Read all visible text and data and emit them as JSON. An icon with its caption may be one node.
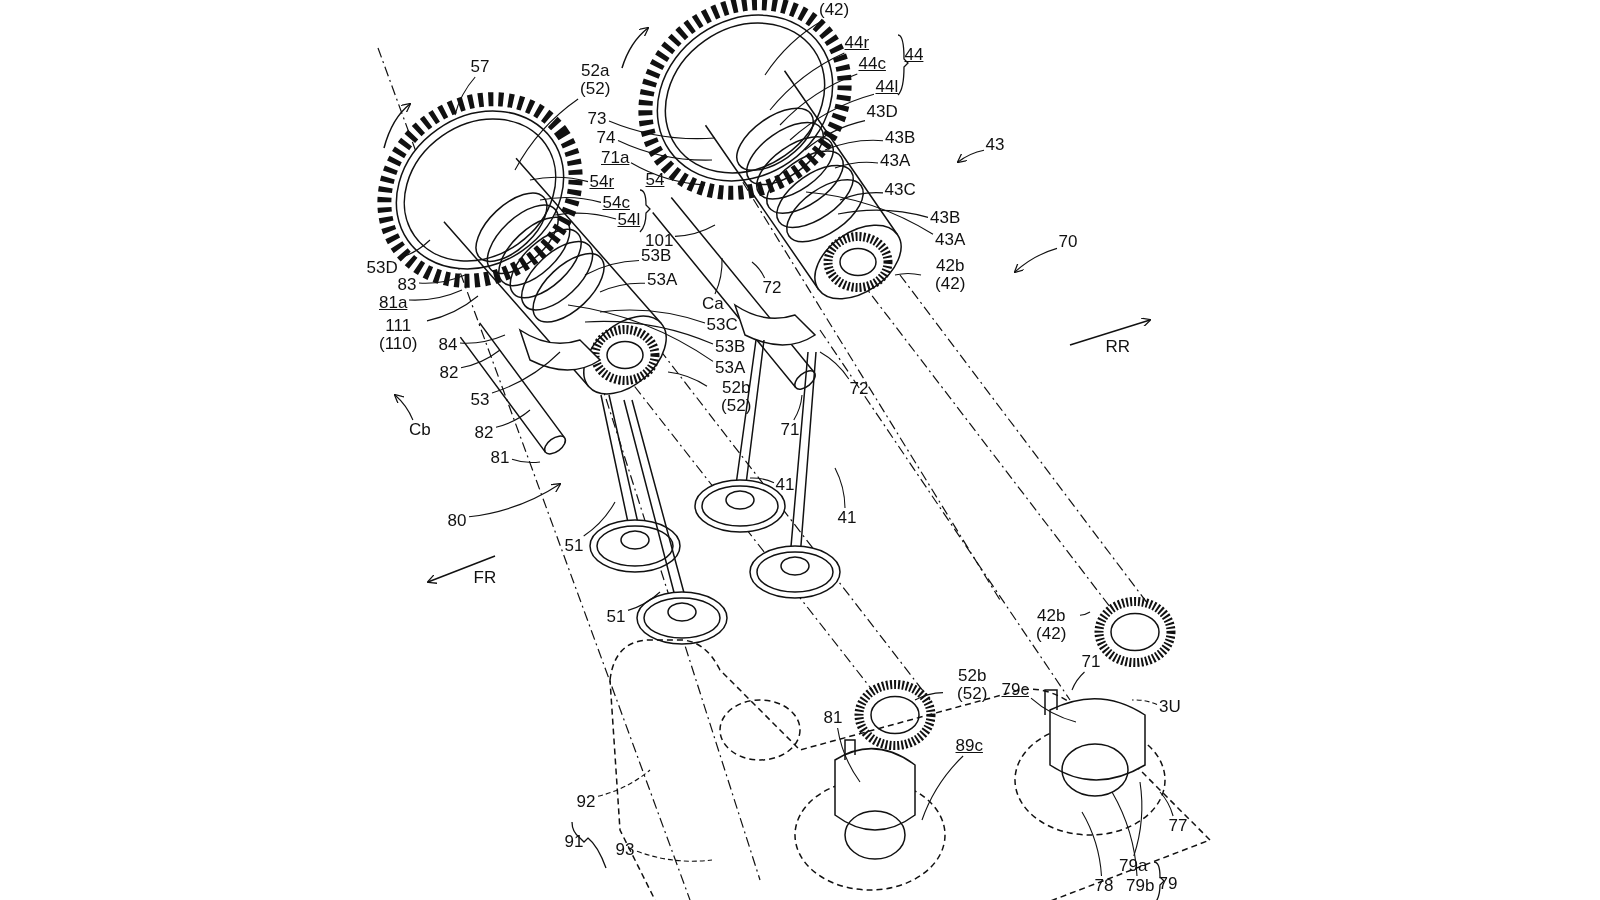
{
  "diagram": {
    "nodes": [
      {
        "text": [
          "57"
        ]
      },
      {
        "text": [
          "52a (52)"
        ]
      },
      {
        "text": [
          "(42)"
        ]
      },
      {
        "text": [
          "44r"
        ]
      },
      {
        "text": [
          "44c"
        ]
      },
      {
        "text": [
          "44l"
        ]
      },
      {
        "text": [
          "43D"
        ]
      },
      {
        "text": [
          "73"
        ]
      },
      {
        "text": [
          "74"
        ]
      },
      {
        "text": [
          "71a"
        ]
      },
      {
        "text": [
          "43B"
        ]
      },
      {
        "text": [
          "43"
        ]
      },
      {
        "text": [
          "43A"
        ]
      },
      {
        "text": [
          "54r"
        ]
      },
      {
        "text": [
          "54c"
        ]
      },
      {
        "text": [
          "54l"
        ]
      },
      {
        "text": [
          "43C"
        ]
      },
      {
        "text": [
          "101"
        ]
      },
      {
        "text": [
          "43B"
        ]
      },
      {
        "text": [
          "53B"
        ]
      },
      {
        "text": [
          "43A"
        ]
      },
      {
        "text": [
          "53D"
        ]
      },
      {
        "text": [
          "53A"
        ]
      },
      {
        "text": [
          "42b (42)"
        ]
      },
      {
        "text": [
          "70"
        ]
      },
      {
        "text": [
          "83"
        ]
      },
      {
        "text": [
          "Ca"
        ]
      },
      {
        "text": [
          "72"
        ]
      },
      {
        "text": [
          "81a"
        ]
      },
      {
        "text": [
          "111 (110)"
        ]
      },
      {
        "text": [
          "53C"
        ]
      },
      {
        "text": [
          "84"
        ]
      },
      {
        "text": [
          "53B"
        ]
      },
      {
        "text": [
          "53A"
        ]
      },
      {
        "text": [
          "82"
        ]
      },
      {
        "text": [
          "53"
        ]
      },
      {
        "text": [
          "52b (52)"
        ]
      },
      {
        "text": [
          "72"
        ]
      },
      {
        "text": [
          "Cb"
        ]
      },
      {
        "text": [
          "82"
        ]
      },
      {
        "text": [
          "71"
        ]
      },
      {
        "text": [
          "41"
        ]
      },
      {
        "text": [
          "81"
        ]
      },
      {
        "text": [
          "80"
        ]
      },
      {
        "text": [
          "51"
        ]
      },
      {
        "text": [
          "41"
        ]
      },
      {
        "text": [
          "51"
        ]
      },
      {
        "text": [
          "42b (42)"
        ]
      },
      {
        "text": [
          "71"
        ]
      },
      {
        "text": [
          "52b (52)"
        ]
      },
      {
        "text": [
          "79c"
        ]
      },
      {
        "text": [
          "3U"
        ]
      },
      {
        "text": [
          "81"
        ]
      },
      {
        "text": [
          "89c"
        ]
      },
      {
        "text": [
          "92"
        ]
      },
      {
        "text": [
          "77"
        ]
      },
      {
        "text": [
          "93"
        ]
      },
      {
        "text": [
          "79a"
        ]
      },
      {
        "text": [
          "78"
        ]
      },
      {
        "text": [
          "79b"
        ]
      }
    ],
    "edges": [
      {
        "from": 0,
        "to": null,
        "arrow": "none"
      },
      {
        "from": 1,
        "to": null,
        "arrow": "none"
      },
      {
        "from": 2,
        "to": null,
        "arrow": "none"
      },
      {
        "from": 3,
        "to": null,
        "arrow": "none"
      },
      {
        "from": 4,
        "to": null,
        "arrow": "none"
      },
      {
        "from": 5,
        "to": null,
        "arrow": "none"
      },
      {
        "from": 6,
        "to": null,
        "arrow": "none"
      },
      {
        "from": 7,
        "to": null,
        "arrow": "none"
      },
      {
        "from": 8,
        "to": null,
        "arrow": "none"
      },
      {
        "from": 9,
        "to": null,
        "arrow": "none"
      },
      {
        "from": 10,
        "to": null,
        "arrow": "none"
      },
      {
        "from": 11,
        "to": null,
        "arrow": "to"
      },
      {
        "from": 12,
        "to": null,
        "arrow": "none"
      },
      {
        "from": 13,
        "to": null,
        "arrow": "none"
      },
      {
        "from": 14,
        "to": null,
        "arrow": "none"
      },
      {
        "from": 15,
        "to": null,
        "arrow": "none"
      },
      {
        "from": 16,
        "to": null,
        "arrow": "none"
      },
      {
        "from": 17,
        "to": null,
        "arrow": "none"
      },
      {
        "from": 18,
        "to": null,
        "arrow": "none"
      },
      {
        "from": 19,
        "to": null,
        "arrow": "none"
      },
      {
        "from": 20,
        "to": null,
        "arrow": "none"
      },
      {
        "from": 21,
        "to": null,
        "arrow": "none"
      },
      {
        "from": 22,
        "to": null,
        "arrow": "none"
      },
      {
        "from": 23,
        "to": null,
        "arrow": "none"
      },
      {
        "from": 24,
        "to": null,
        "arrow": "to"
      },
      {
        "from": 25,
        "to": null,
        "arrow": "none"
      },
      {
        "from": 26,
        "to": null,
        "arrow": "none"
      },
      {
        "from": 27,
        "to": null,
        "arrow": "none"
      },
      {
        "from": 28,
        "to": null,
        "arrow": "none"
      },
      {
        "from": 29,
        "to": null,
        "arrow": "none"
      },
      {
        "from": 30,
        "to": null,
        "arrow": "none"
      },
      {
        "from": 31,
        "to": null,
        "arrow": "none"
      },
      {
        "from": 32,
        "to": null,
        "arrow": "none"
      },
      {
        "from": 33,
        "to": null,
        "arrow": "none"
      },
      {
        "from": 34,
        "to": null,
        "arrow": "none"
      },
      {
        "from": 35,
        "to": null,
        "arrow": "none"
      },
      {
        "from": 36,
        "to": null,
        "arrow": "none"
      },
      {
        "from": 37,
        "to": null,
        "arrow": "none"
      },
      {
        "from": 38,
        "to": null,
        "arrow": "to"
      },
      {
        "from": 39,
        "to": null,
        "arrow": "none"
      },
      {
        "from": 40,
        "to": null,
        "arrow": "none"
      },
      {
        "from": 41,
        "to": null,
        "arrow": "none"
      },
      {
        "from": 42,
        "to": null,
        "arrow": "none"
      },
      {
        "from": 43,
        "to": null,
        "arrow": "to"
      },
      {
        "from": 44,
        "to": null,
        "arrow": "none"
      },
      {
        "from": 45,
        "to": null,
        "arrow": "none"
      },
      {
        "from": 46,
        "to": null,
        "arrow": "none"
      },
      {
        "from": 47,
        "to": null,
        "arrow": "none"
      },
      {
        "from": 48,
        "to": null,
        "arrow": "none"
      },
      {
        "from": 49,
        "to": null,
        "arrow": "none"
      },
      {
        "from": 50,
        "to": null,
        "arrow": "none"
      },
      {
        "from": 51,
        "to": null,
        "arrow": "none",
        "style": "dashed"
      },
      {
        "from": 52,
        "to": null,
        "arrow": "none"
      },
      {
        "from": 53,
        "to": null,
        "arrow": "none"
      },
      {
        "from": 54,
        "to": null,
        "arrow": "none",
        "style": "dashed"
      },
      {
        "from": 55,
        "to": null,
        "arrow": "none"
      },
      {
        "from": 56,
        "to": null,
        "arrow": "none",
        "style": "dashed"
      },
      {
        "from": 57,
        "to": null,
        "arrow": "none"
      },
      {
        "from": 58,
        "to": null,
        "arrow": "none"
      },
      {
        "from": 59,
        "to": null,
        "arrow": "none"
      }
    ],
    "labels": [
      "44",
      "54",
      "RR",
      "FR",
      "91",
      "79"
    ]
  }
}
